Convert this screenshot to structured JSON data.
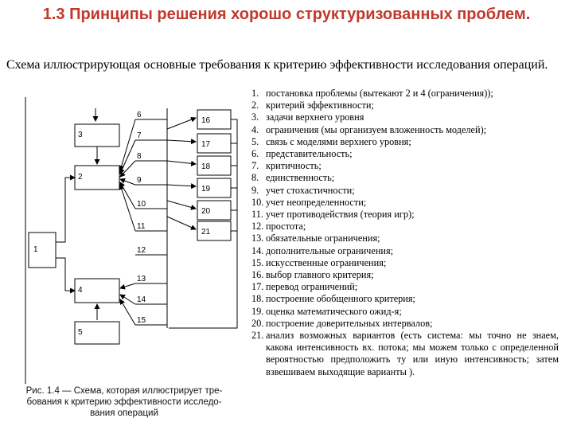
{
  "title": "1.3 Принципы решения хорошо структуризованных проблем.",
  "intro": "Схема иллюстрирующая основные требования к критерию эффективности исследования операций.",
  "figure": {
    "left_blocks": [
      "1",
      "2",
      "3",
      "4",
      "5"
    ],
    "middle_items": [
      "6",
      "7",
      "8",
      "9",
      "10",
      "11",
      "12",
      "13",
      "14",
      "15"
    ],
    "right_blocks": [
      "16",
      "17",
      "18",
      "19",
      "20",
      "21"
    ],
    "caption": "Рис. 1.4 — Схема, которая иллюстрирует тре-бования к критерию эффективности исследо-вания операций"
  },
  "requirements": [
    {
      "num": "1.",
      "text": "постановка проблемы (вытекают 2 и 4 (ограничения));"
    },
    {
      "num": "2.",
      "text": "критерий эффективности;"
    },
    {
      "num": "3.",
      "text": "задачи верхнего уровня"
    },
    {
      "num": "4.",
      "text": "ограничения (мы организуем вложенность моделей);"
    },
    {
      "num": "5.",
      "text": "связь с моделями верхнего уровня;"
    },
    {
      "num": "6.",
      "text": "представительность;"
    },
    {
      "num": "7.",
      "text": "критичность;"
    },
    {
      "num": "8.",
      "text": "единственность;"
    },
    {
      "num": "9.",
      "text": "учет стохастичности;"
    },
    {
      "num": "10.",
      "text": "учет неопределенности;"
    },
    {
      "num": "11.",
      "text": "учет противодействия (теория игр);"
    },
    {
      "num": "12.",
      "text": "простота;"
    },
    {
      "num": "13.",
      "text": "обязательные ограничения;"
    },
    {
      "num": "14.",
      "text": "дополнительные ограничения;"
    },
    {
      "num": "15.",
      "text": "искусственные ограничения;"
    },
    {
      "num": "16.",
      "text": "выбор главного критерия;"
    },
    {
      "num": "17.",
      "text": "перевод ограничений;"
    },
    {
      "num": "18.",
      "text": "построение обобщенного критерия;"
    },
    {
      "num": "19.",
      "text": "оценка математического ожид-я;"
    },
    {
      "num": "20.",
      "text": "построение доверительных интервалов;"
    },
    {
      "num": "21.",
      "text": "анализ возможных вариантов (есть система: мы точно не знаем, какова интенсивность вх. потока; мы можем только с определенной вероятностью предположить ту или иную интенсивность; затем взвешиваем выходящие варианты )."
    }
  ]
}
